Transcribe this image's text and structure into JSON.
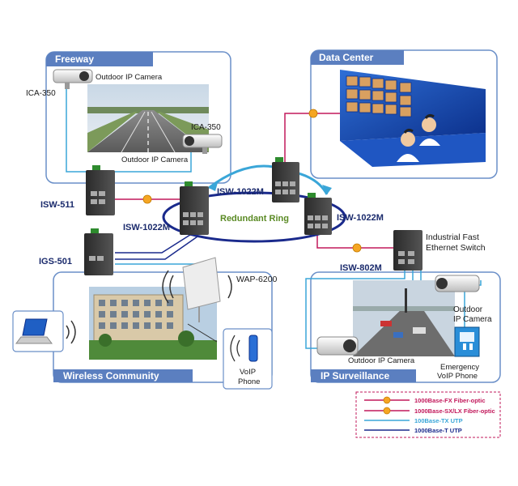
{
  "zones": {
    "freeway": "Freeway",
    "data_center": "Data Center",
    "wireless_community": "Wireless Community",
    "ip_surveillance": "IP Surveillance"
  },
  "devices": {
    "ica350_top": "ICA-350",
    "ica350_bottom": "ICA-350",
    "outdoor_cam_top": "Outdoor IP Camera",
    "outdoor_cam_bottom": "Outdoor IP Camera",
    "isw511": "ISW-511",
    "isw1022m_left": "ISW-1022M",
    "isw1022m_top": "ISW-1022M",
    "isw1022m_right": "ISW-1022M",
    "igs501": "IGS-501",
    "wap6200": "WAP-6200",
    "isw802m": "ISW-802M",
    "industrial_switch_line1": "Industrial Fast",
    "industrial_switch_line2": "Ethernet Switch",
    "redundant_ring": "Redundant  Ring",
    "outdoor_cam_surv_line1": "Outdoor",
    "outdoor_cam_surv_line2": "IP Camera",
    "outdoor_cam_surv_bottom": "Outdoor IP Camera",
    "emergency_line1": "Emergency",
    "emergency_line2": "VoIP Phone",
    "voip_line1": "VoIP",
    "voip_line2": "Phone"
  },
  "legend": [
    {
      "label": "1000Base-FX Fiber-optic",
      "color": "#c2185b",
      "badge": true
    },
    {
      "label": "1000Base-SX/LX Fiber-optic",
      "color": "#c2185b",
      "badge": true
    },
    {
      "label": "100Base-TX UTP",
      "color": "#3aa6d8",
      "badge": false
    },
    {
      "label": "1000Base-T UTP",
      "color": "#1a2a8c",
      "badge": false
    }
  ],
  "colors": {
    "zone_border": "#6a8fc8",
    "zone_title_bg": "#5b7fc0",
    "fiber": "#c2185b",
    "utp_100": "#3aa6d8",
    "utp_1000": "#1a2a8c",
    "badge": "#f5a623"
  }
}
